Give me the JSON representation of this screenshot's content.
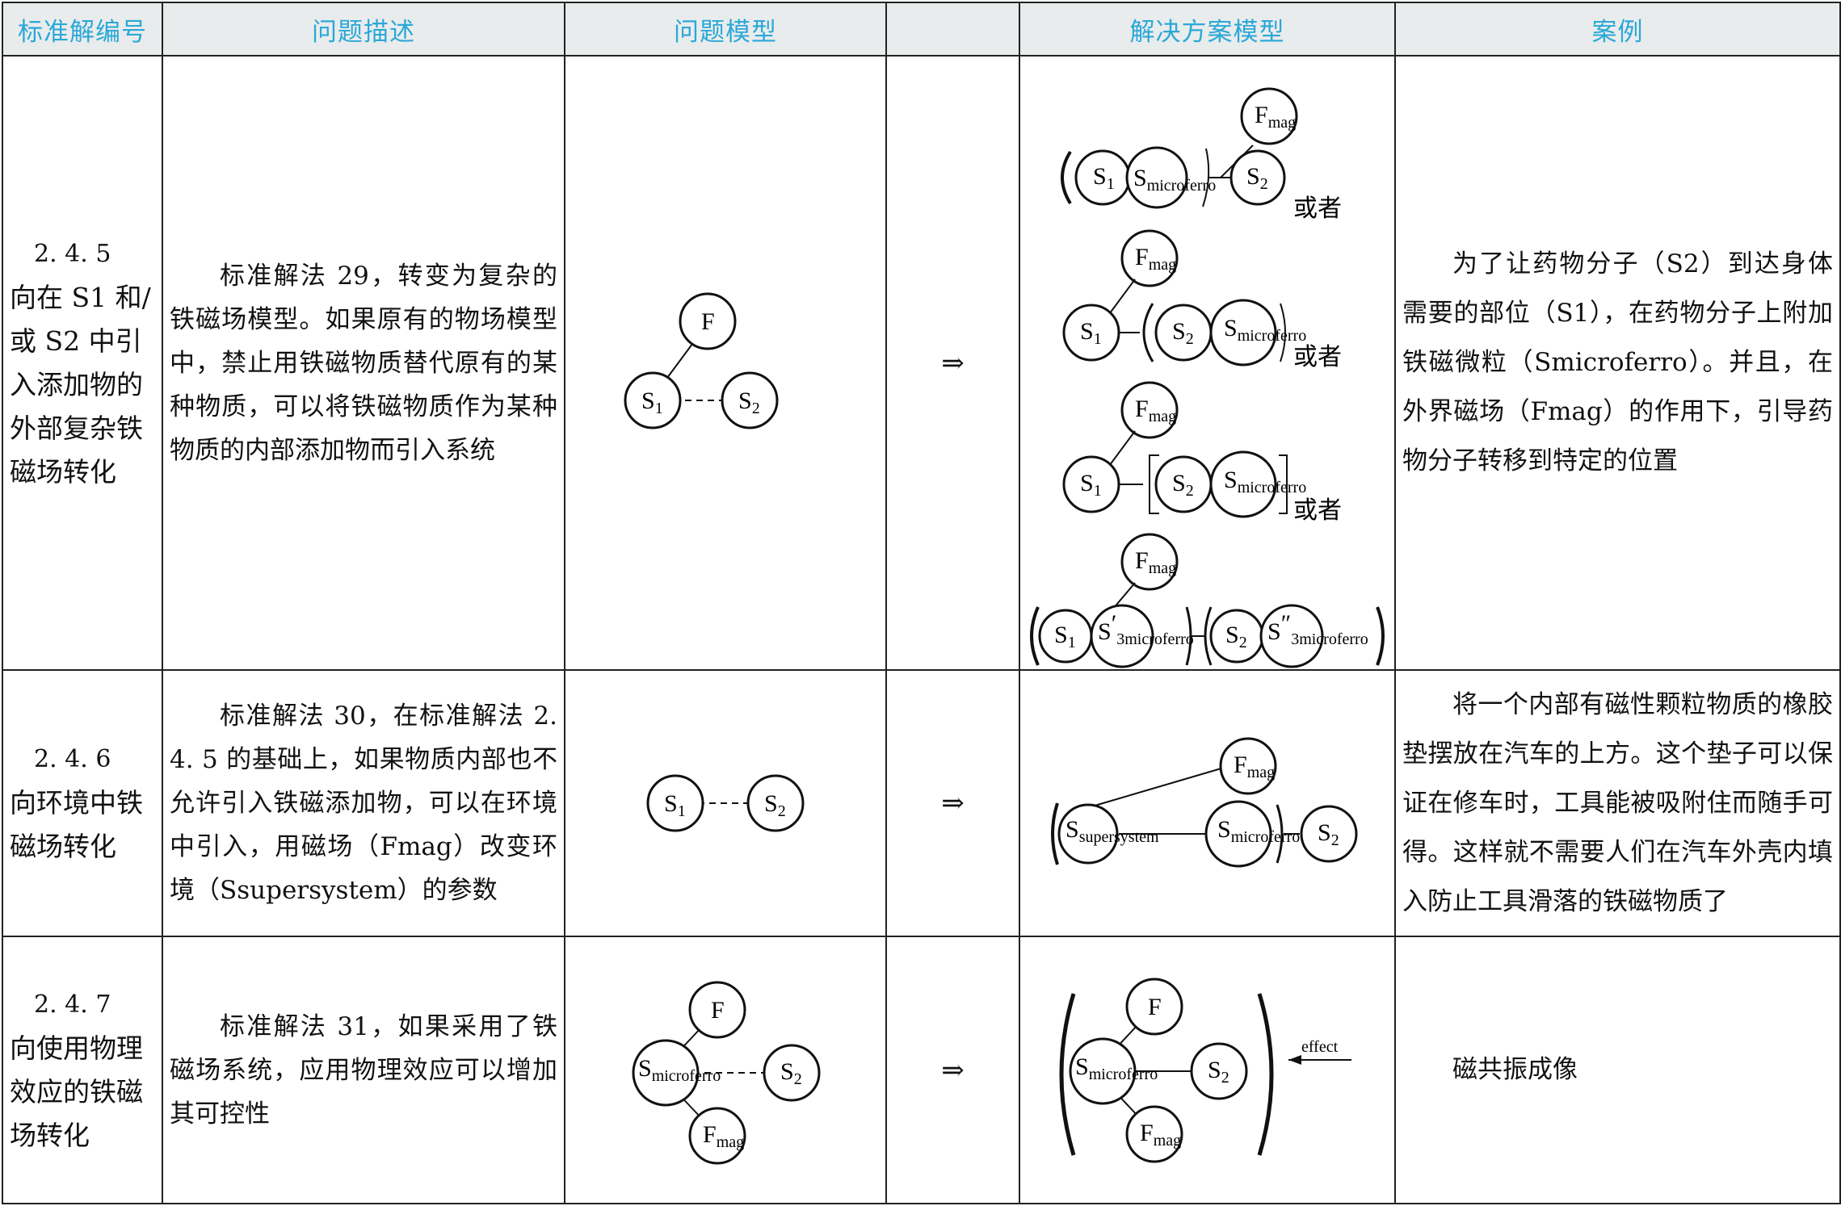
{
  "header": {
    "col_id": "标准解编号",
    "col_problem": "问题描述",
    "col_model": "问题模型",
    "col_solution": "解决方案模型",
    "col_case": "案例"
  },
  "arrow": "⇒",
  "rows": [
    {
      "id": "2. 4. 5",
      "title": "向在 S1 和/或 S2 中引入添加物的外部复杂铁磁场转化",
      "description": "标准解法 29，转变为复杂的铁磁场模型。如果原有的物场模型中，禁止用铁磁物质替代原有的某种物质，可以将铁磁物质作为某种物质的内部添加物而引入系统",
      "case": "为了让药物分子（S2）到达身体需要的部位（S1），在药物分子上附加铁磁微粒（Smicroferro）。并且，在外界磁场（Fmag）的作用下，引导药物分子转移到特定的位置",
      "or_label": "或者"
    },
    {
      "id": "2. 4. 6",
      "title": "向环境中铁磁场转化",
      "description": "标准解法 30，在标准解法 2. 4. 5 的基础上，如果物质内部也不允许引入铁磁添加物，可以在环境中引入，用磁场（Fmag）改变环境（Ssupersystem）的参数",
      "case": "将一个内部有磁性颗粒物质的橡胶垫摆放在汽车的上方。这个垫子可以保证在修车时，工具能被吸附住而随手可得。这样就不需要人们在汽车外壳内填入防止工具滑落的铁磁物质了"
    },
    {
      "id": "2. 4. 7",
      "title": "向使用物理效应的铁磁场转化",
      "description": "标准解法 31，如果采用了铁磁场系统，应用物理效应可以增加其可控性",
      "case": "磁共振成像",
      "effect_label": "effect"
    }
  ],
  "symbols": {
    "S": "S",
    "F": "F",
    "sub1": "1",
    "sub2": "2",
    "sub3": "3",
    "mag": "mag",
    "microferro": "microferro",
    "supersystem": "supersystem",
    "prime": "′",
    "dprime": "″"
  }
}
